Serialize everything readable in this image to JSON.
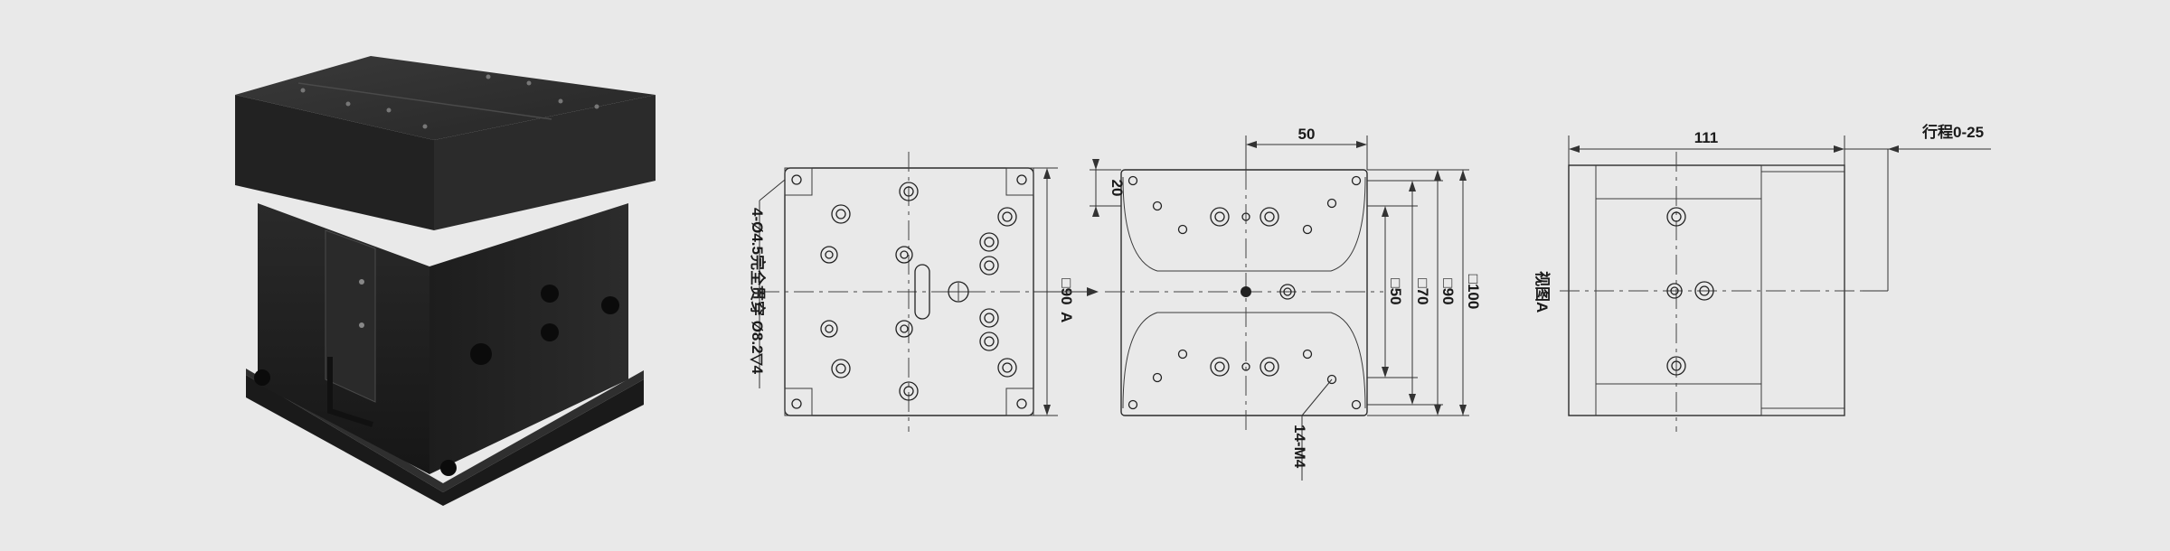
{
  "drawing": {
    "left_view": {
      "note_holes": "4-Ø4.5完全贯穿 Ø8.2▽4",
      "dim_side": "□90",
      "view_marker": "A"
    },
    "middle_view": {
      "dim_top": "50",
      "dim_left": "20",
      "dim_50": "□50",
      "dim_70": "□70",
      "dim_90": "□90",
      "dim_100": "□100",
      "thread_note": "14-M4"
    },
    "right_view": {
      "dim_top": "111",
      "stroke_note": "行程0-25",
      "view_label": "视图A"
    }
  }
}
